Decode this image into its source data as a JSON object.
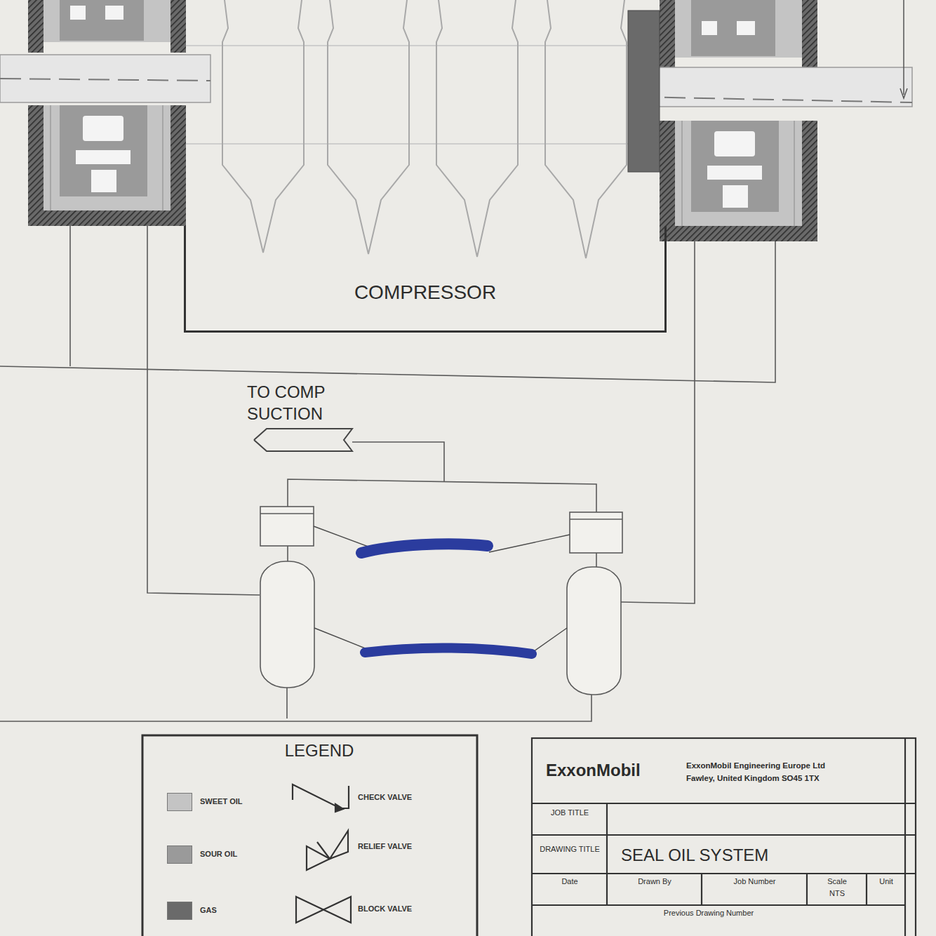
{
  "diagram": {
    "nodes": [
      {
        "text": [
          "COMPRESSOR"
        ]
      },
      {
        "text": [
          "TO COMP SUCTION"
        ]
      }
    ],
    "labels": [
      "LEGEND",
      "ExxonMobil",
      "ExxonMobil Engineering Europe Ltd",
      "Fawley, United Kingdom SO45 1TX",
      "JOB TITLE",
      "DRAWING TITLE",
      "SEAL OIL SYSTEM",
      "Date",
      "Drawn By",
      "Job Number",
      "Scale",
      "NTS",
      "Unit",
      "Previous Drawing Number"
    ],
    "legend": [
      {
        "text": "SWEET OIL",
        "color": "#c4c4c4"
      },
      {
        "text": "SOUR OIL",
        "color": "#9a9a9a"
      },
      {
        "text": "GAS",
        "color": "#6a6a6a"
      },
      {
        "text": "CHECK VALVE"
      },
      {
        "text": "RELIEF VALVE"
      },
      {
        "text": "BLOCK VALVE"
      }
    ]
  }
}
